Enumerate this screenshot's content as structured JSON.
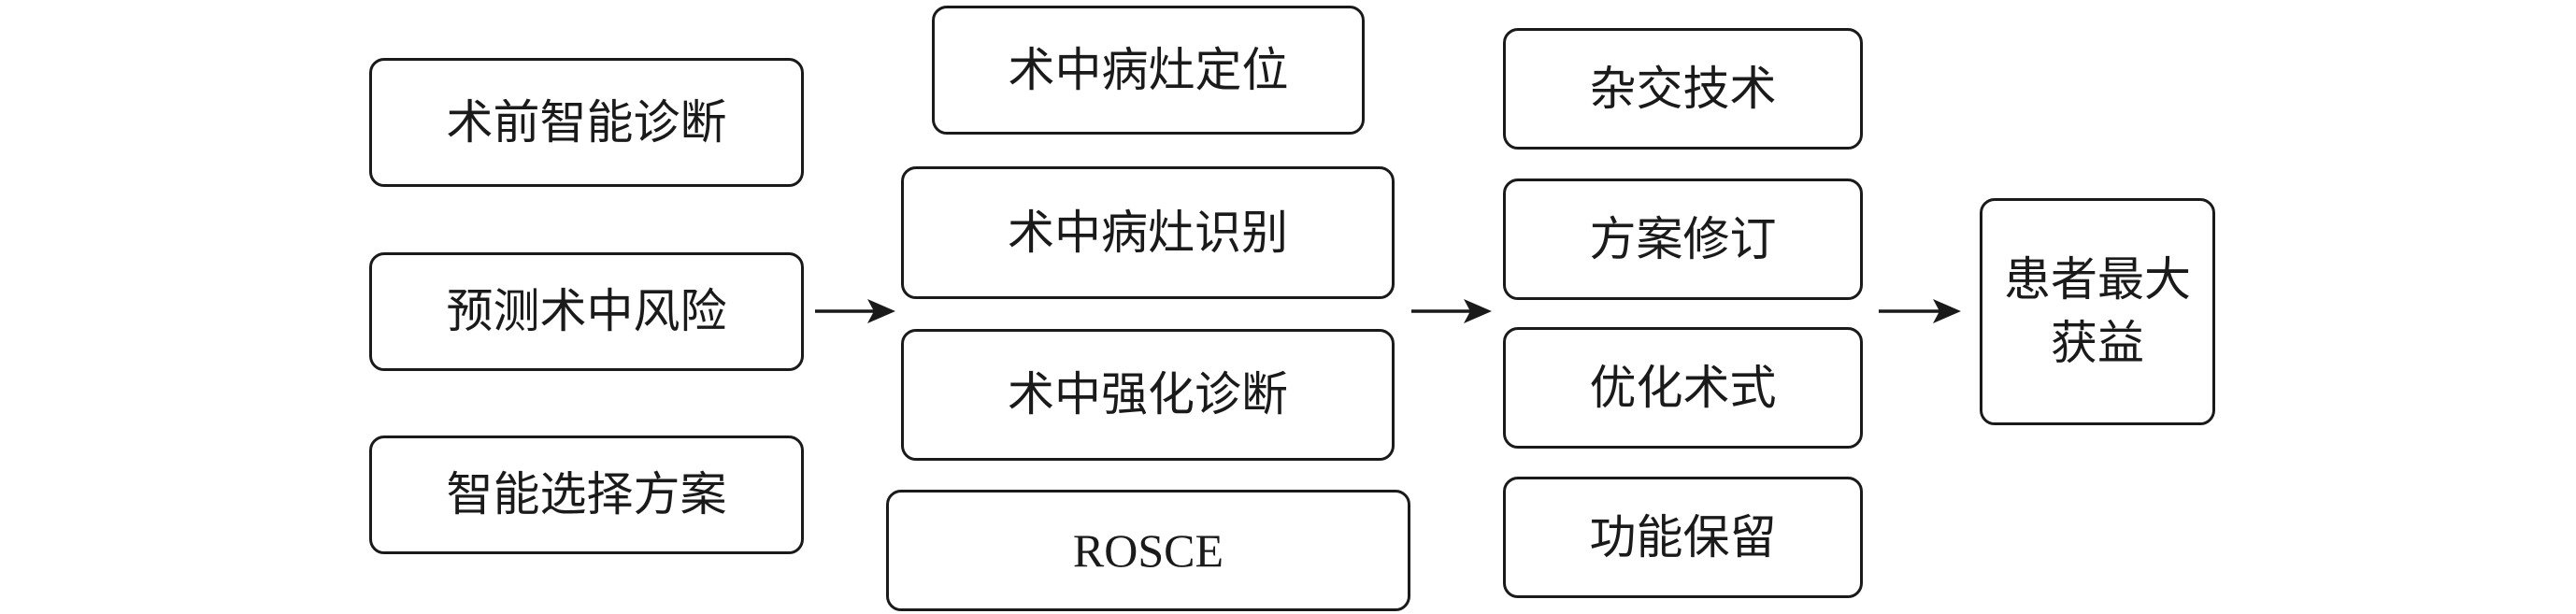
{
  "columns": [
    {
      "boxes": [
        {
          "label": "术前智能诊断"
        },
        {
          "label": "预测术中风险"
        },
        {
          "label": "智能选择方案"
        }
      ]
    },
    {
      "boxes": [
        {
          "label": "术中病灶定位"
        },
        {
          "label": "术中病灶识别"
        },
        {
          "label": "术中强化诊断"
        },
        {
          "label": "ROSCE"
        }
      ]
    },
    {
      "boxes": [
        {
          "label": "杂交技术"
        },
        {
          "label": "方案修订"
        },
        {
          "label": "优化术式"
        },
        {
          "label": "功能保留"
        }
      ]
    },
    {
      "boxes": [
        {
          "label": "患者最大获益"
        }
      ]
    }
  ],
  "colors": {
    "stroke": "#1a1a1a",
    "background": "#ffffff"
  }
}
